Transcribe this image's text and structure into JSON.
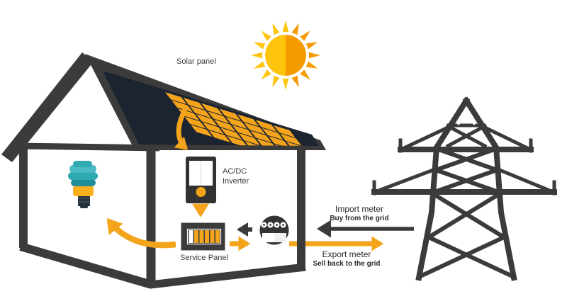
{
  "diagram": {
    "title": "Residential solar power system with grid connection",
    "labels": {
      "solar_panel": "Solar panel",
      "inverter_line1": "AC/DC",
      "inverter_line2": "Inverter",
      "service_panel": "Service Panel",
      "import_title": "Import meter",
      "import_subtitle": "Buy from the grid",
      "export_title": "Export meter",
      "export_subtitle": "Sell back to the grid"
    },
    "colors": {
      "orange": "#F4A41B",
      "dark_gray": "#3B3B3B",
      "roof_navy": "#1C2431",
      "sun_light": "#FFC40E",
      "sun_dark": "#F59B00",
      "bulb_teal_light": "#49BAC1",
      "bulb_teal": "#2FA9B2",
      "bulb_teal_dark": "#1F8E99",
      "bulb_base_orange": "#FBAF1C",
      "bulb_screw": "#26323C",
      "device_dark": "#323232",
      "text_dark": "#3B3B3B"
    },
    "sun": {
      "rays": 16
    },
    "solar_panel_grid": {
      "rows": 5,
      "cols": 7
    },
    "service_panel": {
      "bars": 6,
      "white_bars": 1
    },
    "meter": {
      "dials": 4
    },
    "flows": [
      "sun to solar panel",
      "solar panel to AC/DC inverter",
      "inverter to service panel",
      "service panel to house loads (light bulb)",
      "service panel to export meter to grid",
      "grid to import meter to service panel"
    ]
  }
}
